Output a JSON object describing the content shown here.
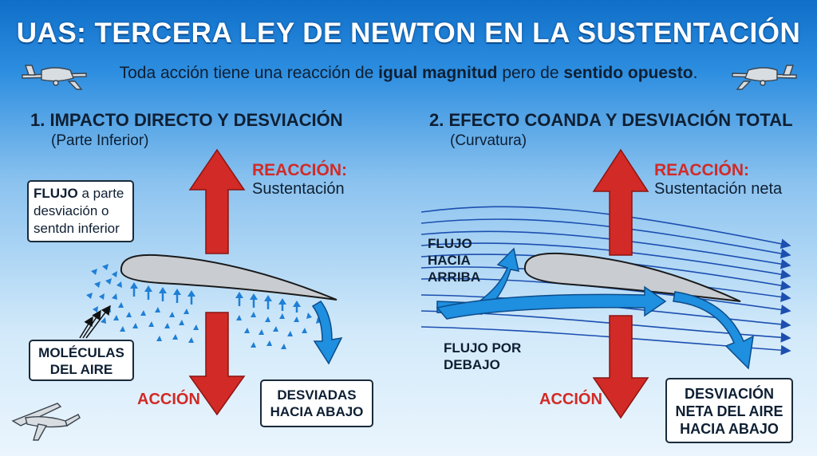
{
  "header": {
    "title": "UAS: TERCERA LEY DE NEWTON EN LA SUSTENTACIÓN",
    "subtitle_pre": "Toda acción tiene una reacción de ",
    "subtitle_b1": "igual magnitud",
    "subtitle_mid": " pero de ",
    "subtitle_b2": "sentido opuesto",
    "subtitle_post": "."
  },
  "left": {
    "title": "1. IMPACTO DIRECTO Y DESVIACIÓN",
    "subtitle": "(Parte Inferior)",
    "reaction_title": "REACCIÓN:",
    "reaction_sub": "Sustentación",
    "action": "ACCIÓN",
    "flow_box_bold": "FLUJO",
    "flow_box_rest": " a parte desviación o sentdn inferior",
    "molecules_box": "MOLÉCULAS DEL AIRE",
    "deflected_box": "DESVIADAS HACIA ABAJO"
  },
  "right": {
    "title": "2. EFECTO COANDA Y DESVIACIÓN TOTAL",
    "subtitle": "(Curvatura)",
    "reaction_title": "REACCIÓN:",
    "reaction_sub": "Sustentación neta",
    "action": "ACCIÓN",
    "flow_up": "FLUJO HACIA ARRIBA",
    "flow_below": "FLUJO POR DEBAJO",
    "net_box": "DESVIACIÓN NETA DEL AIRE HACIA ABAJO"
  },
  "colors": {
    "reaction_red": "#d22a26",
    "flow_blue": "#1f8fe0",
    "streamline_blue": "#1c4fb0",
    "airfoil_gray": "#c9ccd0"
  },
  "icons": [
    "drone-icon-top-left",
    "drone-icon-top-right",
    "drone-icon-bottom-left"
  ]
}
